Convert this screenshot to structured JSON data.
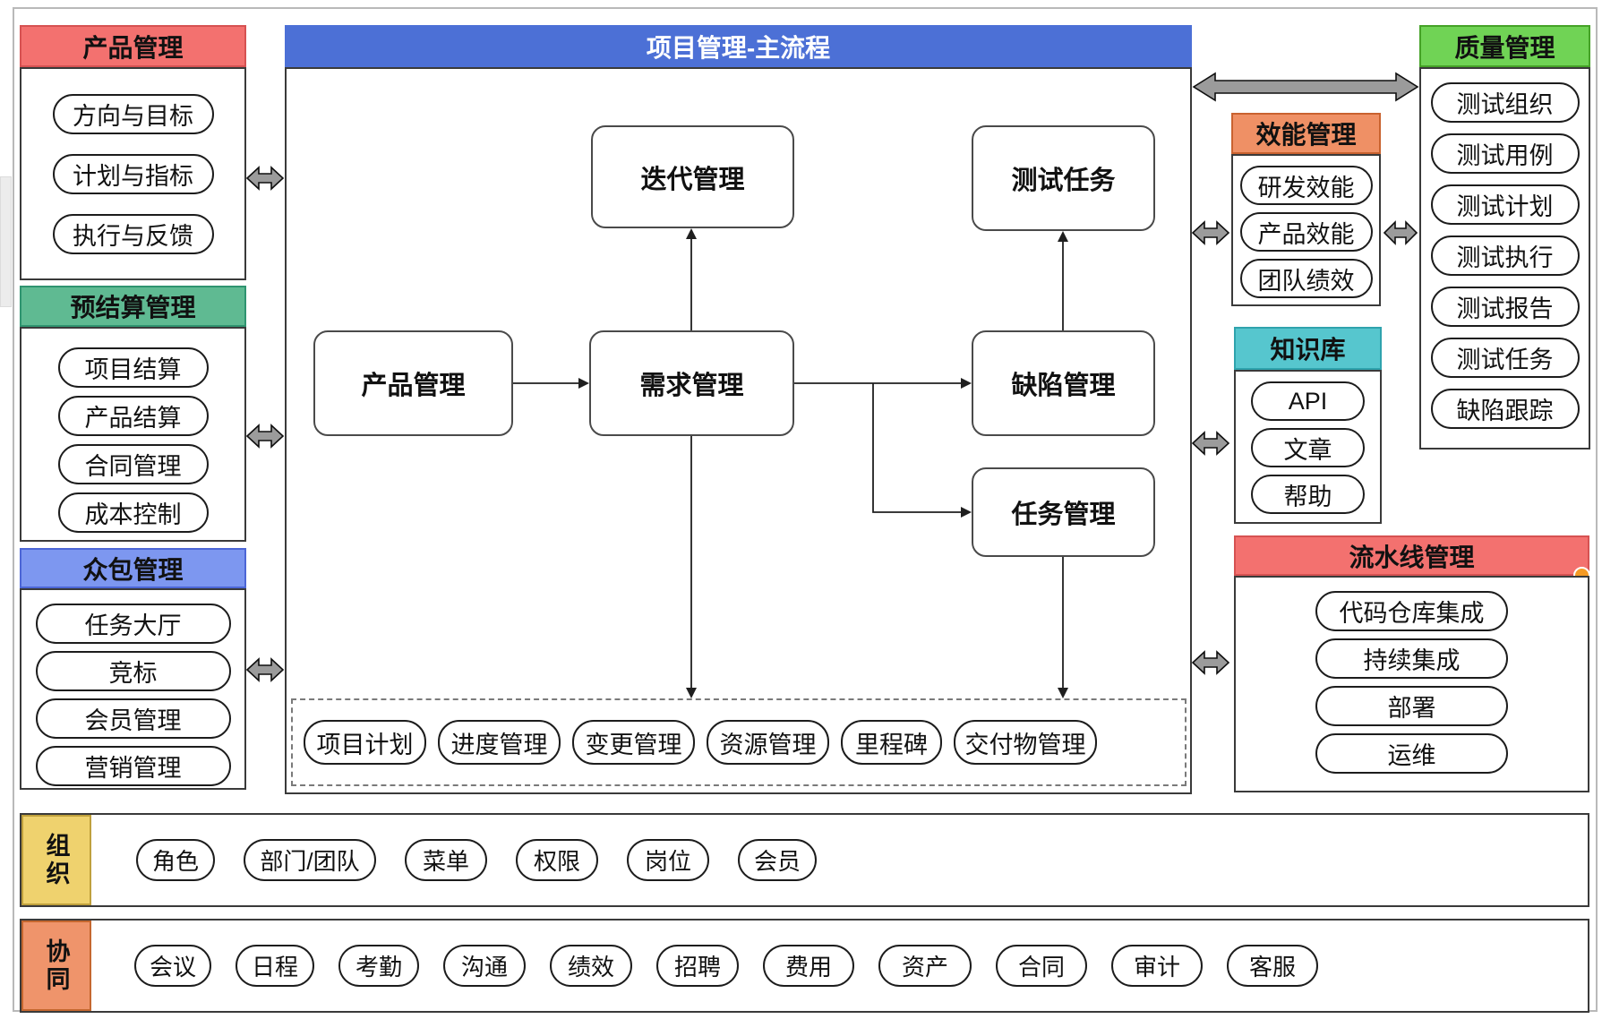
{
  "left_boxes": [
    {
      "title": "产品管理",
      "header_color": "#F3716F",
      "items": [
        "方向与目标",
        "计划与指标",
        "执行与反馈"
      ]
    },
    {
      "title": "预结算管理",
      "header_color": "#5FBA92",
      "items": [
        "项目结算",
        "产品结算",
        "合同管理",
        "成本控制"
      ]
    },
    {
      "title": "众包管理",
      "header_color": "#7D97F0",
      "items": [
        "任务大厅",
        "竞标",
        "会员管理",
        "营销管理"
      ]
    }
  ],
  "main_flow": {
    "title": "项目管理-主流程",
    "header_color": "#4C70D6",
    "nodes": {
      "iteration": "迭代管理",
      "test_task": "测试任务",
      "product": "产品管理",
      "requirement": "需求管理",
      "defect": "缺陷管理",
      "task": "任务管理"
    },
    "dashed_items": [
      "项目计划",
      "进度管理",
      "变更管理",
      "资源管理",
      "里程碑",
      "交付物管理"
    ]
  },
  "right_boxes": {
    "performance": {
      "title": "效能管理",
      "header_color": "#EF9065",
      "items": [
        "研发效能",
        "产品效能",
        "团队绩效"
      ]
    },
    "knowledge": {
      "title": "知识库",
      "header_color": "#56C6CE",
      "items": [
        "API",
        "文章",
        "帮助"
      ]
    },
    "quality": {
      "title": "质量管理",
      "header_color": "#70D355",
      "items": [
        "测试组织",
        "测试用例",
        "测试计划",
        "测试执行",
        "测试报告",
        "测试任务",
        "缺陷跟踪"
      ]
    },
    "pipeline": {
      "title": "流水线管理",
      "header_color": "#F3716F",
      "dot_color": "#F59A23",
      "items": [
        "代码仓库集成",
        "持续集成",
        "部署",
        "运维"
      ]
    }
  },
  "bottom_bars": [
    {
      "label": "组织",
      "label_color": "#EFD26E",
      "items": [
        "角色",
        "部门/团队",
        "菜单",
        "权限",
        "岗位",
        "会员"
      ]
    },
    {
      "label": "协同",
      "label_color": "#EF946B",
      "items": [
        "会议",
        "日程",
        "考勤",
        "沟通",
        "绩效",
        "招聘",
        "费用",
        "资产",
        "合同",
        "审计",
        "客服"
      ]
    }
  ],
  "connector_color": "#9B9B9B"
}
